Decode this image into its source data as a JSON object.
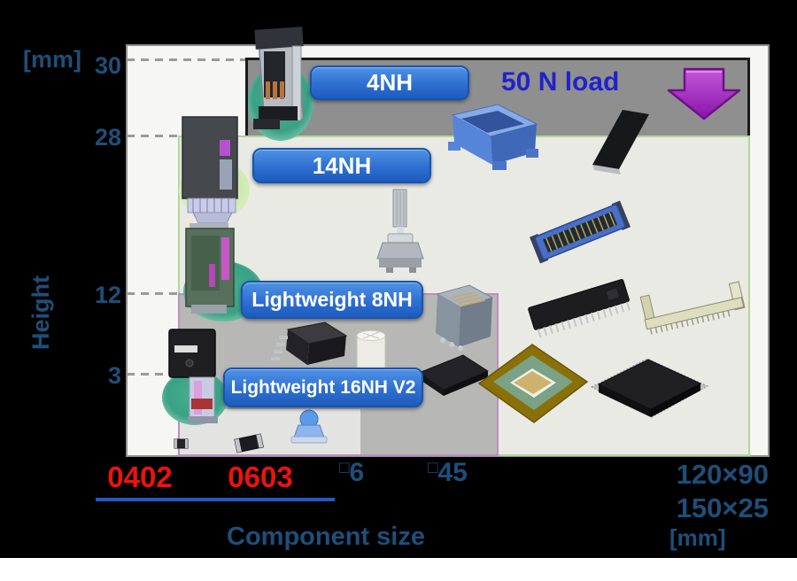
{
  "y_axis": {
    "unit": "[mm]",
    "label": "Height",
    "ticks": [
      {
        "label": "30"
      },
      {
        "label": "28"
      },
      {
        "label": "12"
      },
      {
        "label": "3"
      }
    ]
  },
  "x_axis": {
    "label": "Component size",
    "unit": "[mm]",
    "size_labels": [
      {
        "text": "0402",
        "highlight": "red"
      },
      {
        "text": "0603",
        "highlight": "red"
      },
      {
        "square_prefix": "□",
        "text": "6"
      },
      {
        "square_prefix": "□",
        "text": "45"
      },
      {
        "text": "120×90"
      },
      {
        "text": "150×25"
      }
    ]
  },
  "buttons": [
    {
      "label": "4NH"
    },
    {
      "label": "14NH"
    },
    {
      "label": "Lightweight 8NH"
    },
    {
      "label": "Lightweight 16NH V2"
    }
  ],
  "annotation": {
    "load": "50 N load"
  },
  "icons": {
    "load_arrow": "purple-down-arrow"
  },
  "colors": {
    "label_blue": "#1f4e79",
    "highlight_red": "#ee1111",
    "load_text_blue": "#2222cc",
    "button_blue": "#2e6fd0",
    "arrow_purple": "#9b30b5",
    "band_gray": "#8f8f8f",
    "region_green_border": "#b2d69a",
    "region_purple_border": "#bb8fc2",
    "underline_blue": "#2458c8"
  },
  "chart_data": {
    "type": "area",
    "title": "",
    "xlabel": "Component size",
    "ylabel": "Height",
    "y_unit": "mm",
    "y_ticks": [
      3,
      12,
      28,
      30
    ],
    "x_tick_labels": [
      "0402",
      "0603",
      "□6",
      "□45",
      "120×90",
      "150×25"
    ],
    "x_highlighted_labels": [
      "0402",
      "0603"
    ],
    "annotations": [
      "50 N load"
    ],
    "legend_position": "inline-labels",
    "grid": "dashed-horizontal",
    "series": [
      {
        "name": "4NH",
        "max_height_mm": 30,
        "max_component_size": "120×90 / 150×25",
        "note": "50 N load"
      },
      {
        "name": "14NH",
        "max_height_mm": 28,
        "max_component_size": "120×90 / 150×25"
      },
      {
        "name": "Lightweight 8NH",
        "max_height_mm": 12,
        "max_component_size": "□45"
      },
      {
        "name": "Lightweight 16NH V2",
        "max_height_mm": 3,
        "max_component_size": "□6",
        "min_component_size": "0402"
      }
    ]
  }
}
